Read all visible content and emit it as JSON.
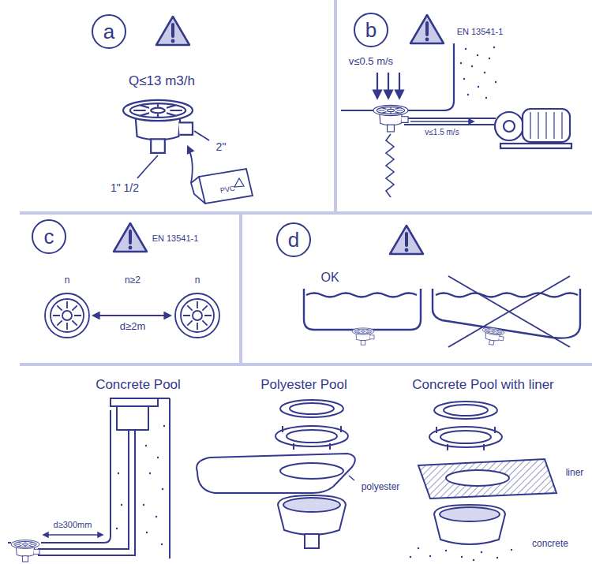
{
  "diagram": {
    "nodes": [
      {
        "text": [
          "a"
        ]
      },
      {
        "text": [
          "b"
        ]
      },
      {
        "text": [
          "c"
        ]
      },
      {
        "text": [
          "d"
        ]
      }
    ],
    "labels": [
      "Q≤13 m3/h",
      "2\"",
      "1\" 1/2",
      "PVC",
      "EN 13541-1",
      "v≤0.5 m/s",
      "v≤1.5 m/s",
      "EN 13541-1",
      "n",
      "n≥2",
      "n",
      "d≥2m",
      "OK",
      "Concrete Pool",
      "d≥300mm",
      "Polyester Pool",
      "polyester",
      "Concrete Pool with liner",
      "liner",
      "concrete"
    ]
  }
}
